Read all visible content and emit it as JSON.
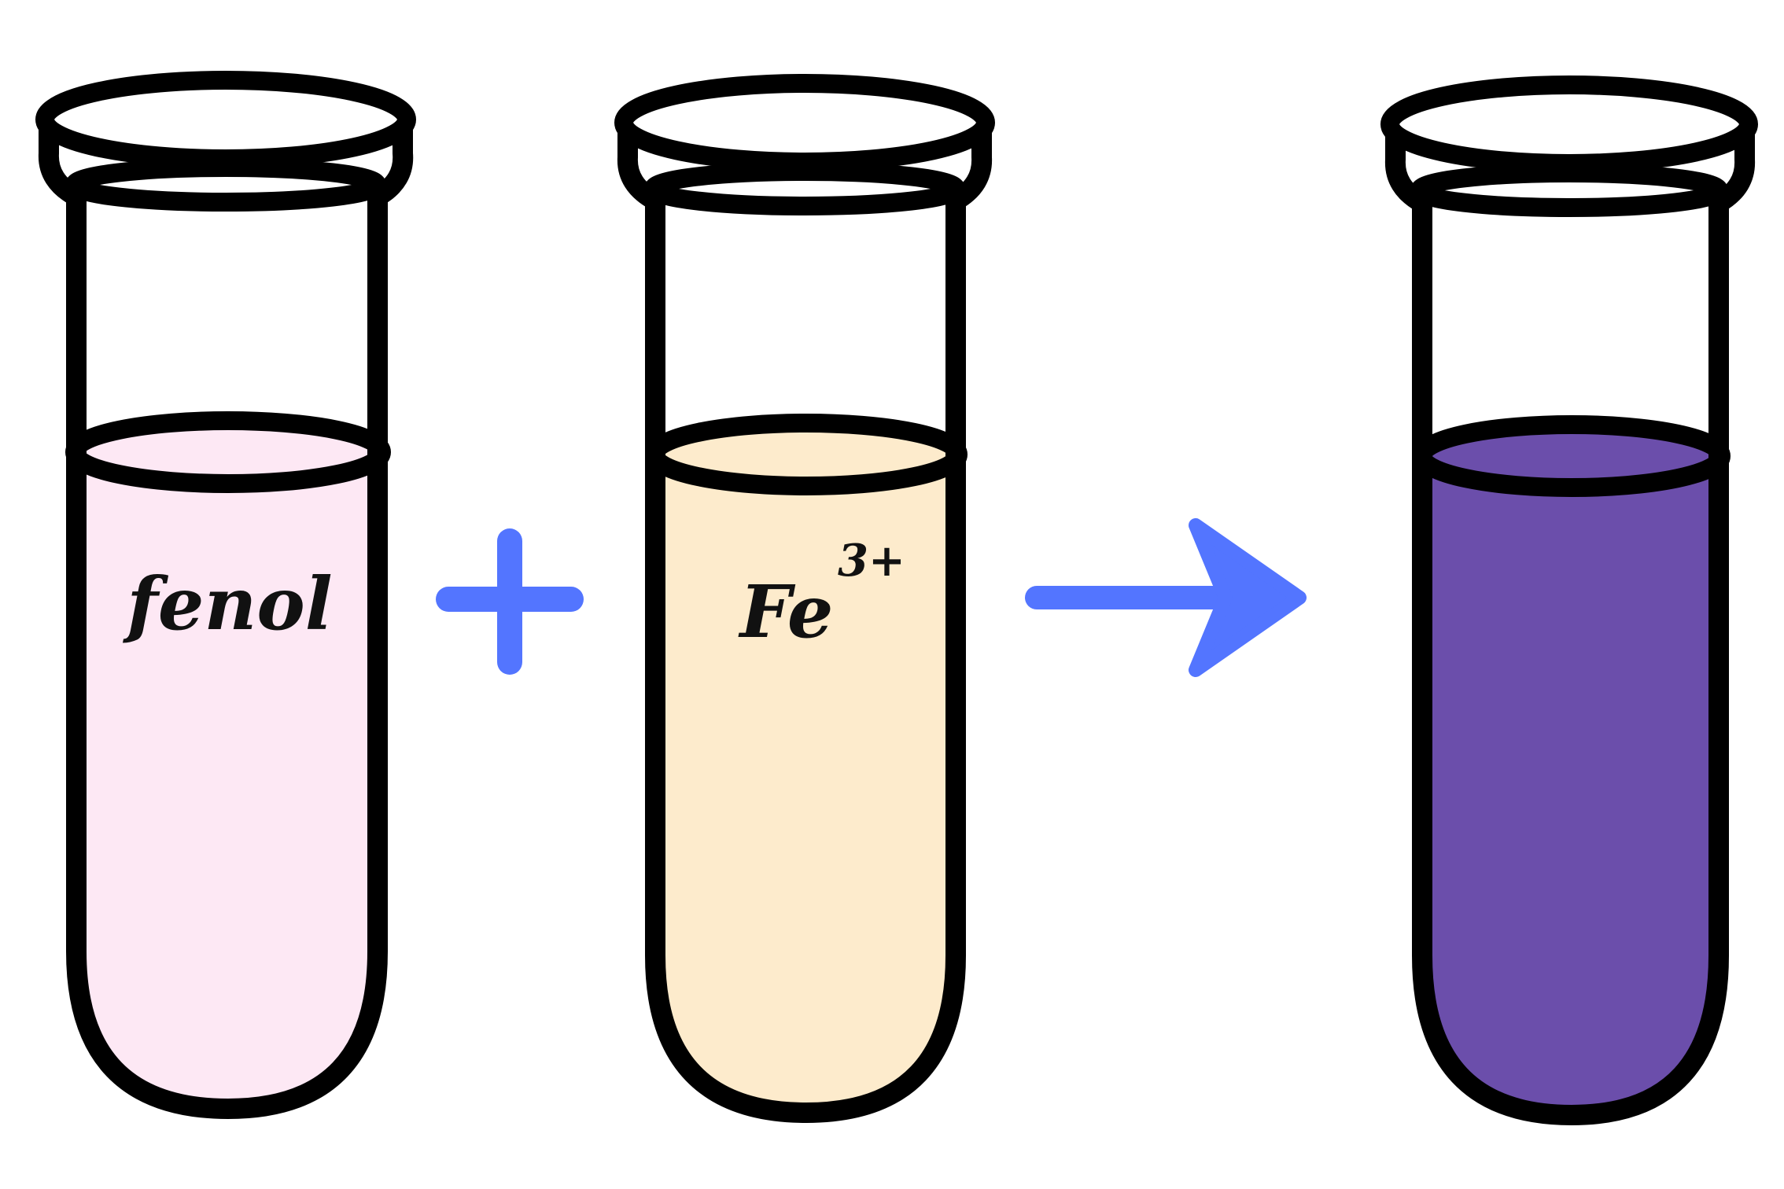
{
  "tubes": [
    {
      "label": "fenol",
      "superscript": "",
      "liquid_color": "#FDE8F4"
    },
    {
      "label": "Fe",
      "superscript": "3+",
      "liquid_color": "#FDEBCC"
    },
    {
      "label": "",
      "superscript": "",
      "liquid_color": "#6B4EAB"
    }
  ],
  "operators": {
    "plus_icon": "plus-icon",
    "arrow_icon": "arrow-right-icon",
    "color": "#5375FF"
  }
}
